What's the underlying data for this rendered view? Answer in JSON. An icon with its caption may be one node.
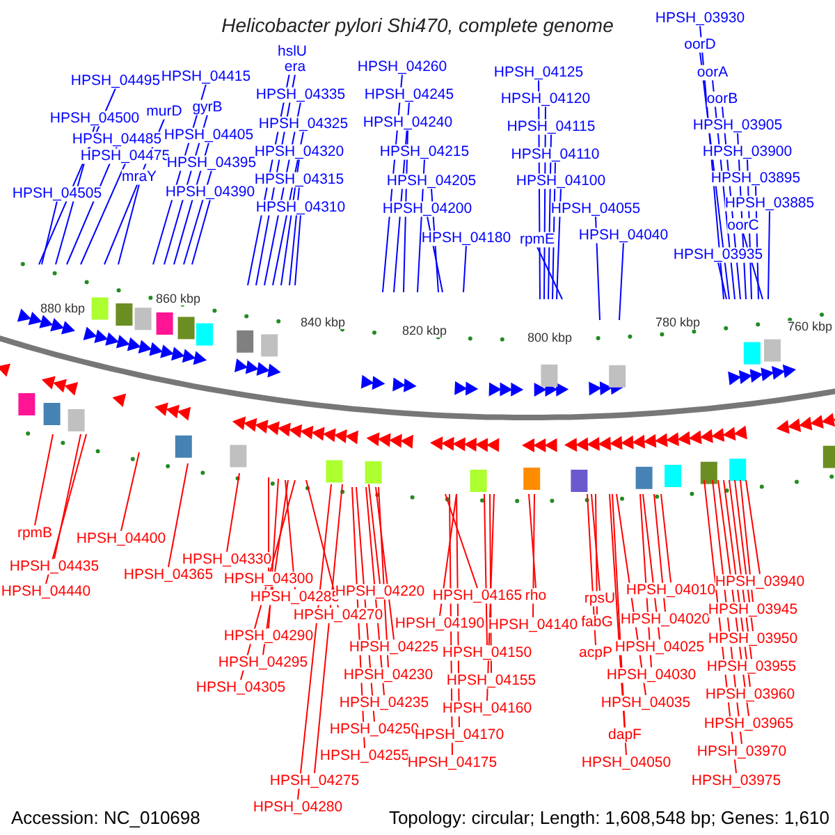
{
  "diagram": {
    "title": "Helicobacter pylori Shi470, complete genome",
    "nodes": [
      {
        "text": [
          "HPSH_04495"
        ]
      },
      {
        "text": [
          "HPSH_04500"
        ]
      },
      {
        "text": [
          "HPSH_04485"
        ]
      },
      {
        "text": [
          "HPSH_04475"
        ]
      },
      {
        "text": [
          "HPSH_04505"
        ]
      },
      {
        "text": [
          "murD"
        ]
      },
      {
        "text": [
          "mraY"
        ]
      },
      {
        "text": [
          "HPSH_04415"
        ]
      },
      {
        "text": [
          "gyrB"
        ]
      },
      {
        "text": [
          "HPSH_04405"
        ]
      },
      {
        "text": [
          "HPSH_04395"
        ]
      },
      {
        "text": [
          "HPSH_04390"
        ]
      },
      {
        "text": [
          "hslU"
        ]
      },
      {
        "text": [
          "era"
        ]
      },
      {
        "text": [
          "HPSH_04335"
        ]
      },
      {
        "text": [
          "HPSH_04325"
        ]
      },
      {
        "text": [
          "HPSH_04320"
        ]
      },
      {
        "text": [
          "HPSH_04315"
        ]
      },
      {
        "text": [
          "HPSH_04310"
        ]
      },
      {
        "text": [
          "HPSH_04260"
        ]
      },
      {
        "text": [
          "HPSH_04245"
        ]
      },
      {
        "text": [
          "HPSH_04240"
        ]
      },
      {
        "text": [
          "HPSH_04215"
        ]
      },
      {
        "text": [
          "HPSH_04205"
        ]
      },
      {
        "text": [
          "HPSH_04200"
        ]
      },
      {
        "text": [
          "HPSH_04180"
        ]
      },
      {
        "text": [
          "HPSH_04125"
        ]
      },
      {
        "text": [
          "HPSH_04120"
        ]
      },
      {
        "text": [
          "HPSH_04115"
        ]
      },
      {
        "text": [
          "HPSH_04110"
        ]
      },
      {
        "text": [
          "HPSH_04100"
        ]
      },
      {
        "text": [
          "rpmE"
        ]
      },
      {
        "text": [
          "HPSH_04055"
        ]
      },
      {
        "text": [
          "HPSH_04040"
        ]
      },
      {
        "text": [
          "HPSH_03930"
        ]
      },
      {
        "text": [
          "oorD"
        ]
      },
      {
        "text": [
          "oorA"
        ]
      },
      {
        "text": [
          "oorB"
        ]
      },
      {
        "text": [
          "HPSH_03905"
        ]
      },
      {
        "text": [
          "HPSH_03900"
        ]
      },
      {
        "text": [
          "HPSH_03895"
        ]
      },
      {
        "text": [
          "HPSH_03885"
        ]
      },
      {
        "text": [
          "oorC"
        ]
      },
      {
        "text": [
          "HPSH_03935"
        ]
      },
      {
        "text": [
          "rpmB"
        ]
      },
      {
        "text": [
          "HPSH_04435"
        ]
      },
      {
        "text": [
          "HPSH_04440"
        ]
      },
      {
        "text": [
          "HPSH_04400"
        ]
      },
      {
        "text": [
          "HPSH_04365"
        ]
      },
      {
        "text": [
          "HPSH_04330"
        ]
      },
      {
        "text": [
          "HPSH_04300"
        ]
      },
      {
        "text": [
          "HPSH_04285"
        ]
      },
      {
        "text": [
          "HPSH_04270"
        ]
      },
      {
        "text": [
          "HPSH_04220"
        ]
      },
      {
        "text": [
          "HPSH_04290"
        ]
      },
      {
        "text": [
          "HPSH_04295"
        ]
      },
      {
        "text": [
          "HPSH_04305"
        ]
      },
      {
        "text": [
          "HPSH_04225"
        ]
      },
      {
        "text": [
          "HPSH_04230"
        ]
      },
      {
        "text": [
          "HPSH_04235"
        ]
      },
      {
        "text": [
          "HPSH_04250"
        ]
      },
      {
        "text": [
          "HPSH_04255"
        ]
      },
      {
        "text": [
          "HPSH_04275"
        ]
      },
      {
        "text": [
          "HPSH_04280"
        ]
      },
      {
        "text": [
          "HPSH_04165"
        ]
      },
      {
        "text": [
          "rho"
        ]
      },
      {
        "text": [
          "HPSH_04190"
        ]
      },
      {
        "text": [
          "HPSH_04140"
        ]
      },
      {
        "text": [
          "HPSH_04150"
        ]
      },
      {
        "text": [
          "HPSH_04155"
        ]
      },
      {
        "text": [
          "HPSH_04160"
        ]
      },
      {
        "text": [
          "HPSH_04170"
        ]
      },
      {
        "text": [
          "HPSH_04175"
        ]
      },
      {
        "text": [
          "rpsU"
        ]
      },
      {
        "text": [
          "fabG"
        ]
      },
      {
        "text": [
          "acpP"
        ]
      },
      {
        "text": [
          "HPSH_04010"
        ]
      },
      {
        "text": [
          "HPSH_04020"
        ]
      },
      {
        "text": [
          "HPSH_04025"
        ]
      },
      {
        "text": [
          "HPSH_04030"
        ]
      },
      {
        "text": [
          "HPSH_04035"
        ]
      },
      {
        "text": [
          "dapF"
        ]
      },
      {
        "text": [
          "HPSH_04050"
        ]
      },
      {
        "text": [
          "HPSH_03940"
        ]
      },
      {
        "text": [
          "HPSH_03945"
        ]
      },
      {
        "text": [
          "HPSH_03950"
        ]
      },
      {
        "text": [
          "HPSH_03955"
        ]
      },
      {
        "text": [
          "HPSH_03960"
        ]
      },
      {
        "text": [
          "HPSH_03965"
        ]
      },
      {
        "text": [
          "HPSH_03970"
        ]
      },
      {
        "text": [
          "HPSH_03975"
        ]
      }
    ],
    "edges": [
      {
        "from": 0,
        "to": null,
        "arrow": "none",
        "color": "#0000ff"
      },
      {
        "from": 1,
        "to": null,
        "arrow": "none",
        "color": "#0000ff"
      },
      {
        "from": 2,
        "to": null,
        "arrow": "none",
        "color": "#0000ff"
      },
      {
        "from": 3,
        "to": null,
        "arrow": "none",
        "color": "#0000ff"
      },
      {
        "from": 4,
        "to": null,
        "arrow": "none",
        "color": "#0000ff"
      },
      {
        "from": 5,
        "to": null,
        "arrow": "none",
        "color": "#0000ff"
      },
      {
        "from": 6,
        "to": null,
        "arrow": "none",
        "color": "#0000ff"
      },
      {
        "from": 7,
        "to": null,
        "arrow": "none",
        "color": "#0000ff"
      },
      {
        "from": 8,
        "to": null,
        "arrow": "none",
        "color": "#0000ff"
      },
      {
        "from": 9,
        "to": null,
        "arrow": "none",
        "color": "#0000ff"
      },
      {
        "from": 10,
        "to": null,
        "arrow": "none",
        "color": "#0000ff"
      },
      {
        "from": 11,
        "to": null,
        "arrow": "none",
        "color": "#0000ff"
      },
      {
        "from": 12,
        "to": null,
        "arrow": "none",
        "color": "#0000ff"
      },
      {
        "from": 13,
        "to": null,
        "arrow": "none",
        "color": "#0000ff"
      },
      {
        "from": 14,
        "to": null,
        "arrow": "none",
        "color": "#0000ff"
      },
      {
        "from": 15,
        "to": null,
        "arrow": "none",
        "color": "#0000ff"
      },
      {
        "from": 16,
        "to": null,
        "arrow": "none",
        "color": "#0000ff"
      },
      {
        "from": 17,
        "to": null,
        "arrow": "none",
        "color": "#0000ff"
      },
      {
        "from": 18,
        "to": null,
        "arrow": "none",
        "color": "#0000ff"
      },
      {
        "from": 19,
        "to": null,
        "arrow": "none",
        "color": "#0000ff"
      },
      {
        "from": 20,
        "to": null,
        "arrow": "none",
        "color": "#0000ff"
      },
      {
        "from": 21,
        "to": null,
        "arrow": "none",
        "color": "#0000ff"
      },
      {
        "from": 22,
        "to": null,
        "arrow": "none",
        "color": "#0000ff"
      },
      {
        "from": 23,
        "to": null,
        "arrow": "none",
        "color": "#0000ff"
      },
      {
        "from": 24,
        "to": null,
        "arrow": "none",
        "color": "#0000ff"
      },
      {
        "from": 25,
        "to": null,
        "arrow": "none",
        "color": "#0000ff"
      },
      {
        "from": 26,
        "to": null,
        "arrow": "none",
        "color": "#0000ff"
      },
      {
        "from": 27,
        "to": null,
        "arrow": "none",
        "color": "#0000ff"
      },
      {
        "from": 28,
        "to": null,
        "arrow": "none",
        "color": "#0000ff"
      },
      {
        "from": 29,
        "to": null,
        "arrow": "none",
        "color": "#0000ff"
      },
      {
        "from": 30,
        "to": null,
        "arrow": "none",
        "color": "#0000ff"
      },
      {
        "from": 31,
        "to": null,
        "arrow": "none",
        "color": "#0000ff"
      },
      {
        "from": 32,
        "to": null,
        "arrow": "none",
        "color": "#0000ff"
      },
      {
        "from": 33,
        "to": null,
        "arrow": "none",
        "color": "#0000ff"
      },
      {
        "from": 34,
        "to": null,
        "arrow": "none",
        "color": "#0000ff"
      },
      {
        "from": 35,
        "to": null,
        "arrow": "none",
        "color": "#0000ff"
      },
      {
        "from": 36,
        "to": null,
        "arrow": "none",
        "color": "#0000ff"
      },
      {
        "from": 37,
        "to": null,
        "arrow": "none",
        "color": "#0000ff"
      },
      {
        "from": 38,
        "to": null,
        "arrow": "none",
        "color": "#0000ff"
      },
      {
        "from": 39,
        "to": null,
        "arrow": "none",
        "color": "#0000ff"
      },
      {
        "from": 40,
        "to": null,
        "arrow": "none",
        "color": "#0000ff"
      },
      {
        "from": 41,
        "to": null,
        "arrow": "none",
        "color": "#0000ff"
      },
      {
        "from": 42,
        "to": null,
        "arrow": "none",
        "color": "#0000ff"
      },
      {
        "from": 43,
        "to": null,
        "arrow": "none",
        "color": "#0000ff"
      },
      {
        "from": 44,
        "to": null,
        "arrow": "none"
      },
      {
        "from": 45,
        "to": null,
        "arrow": "none"
      },
      {
        "from": 46,
        "to": null,
        "arrow": "none"
      },
      {
        "from": 47,
        "to": null,
        "arrow": "none"
      },
      {
        "from": 48,
        "to": null,
        "arrow": "none"
      },
      {
        "from": 49,
        "to": null,
        "arrow": "none"
      },
      {
        "from": 50,
        "to": null,
        "arrow": "none"
      },
      {
        "from": 51,
        "to": null,
        "arrow": "none"
      },
      {
        "from": 52,
        "to": null,
        "arrow": "none"
      },
      {
        "from": 53,
        "to": null,
        "arrow": "none"
      },
      {
        "from": 54,
        "to": null,
        "arrow": "none"
      },
      {
        "from": 55,
        "to": null,
        "arrow": "none"
      },
      {
        "from": 56,
        "to": null,
        "arrow": "none"
      },
      {
        "from": 57,
        "to": null,
        "arrow": "none"
      },
      {
        "from": 58,
        "to": null,
        "arrow": "none"
      },
      {
        "from": 59,
        "to": null,
        "arrow": "none"
      },
      {
        "from": 60,
        "to": null,
        "arrow": "none"
      },
      {
        "from": 61,
        "to": null,
        "arrow": "none"
      },
      {
        "from": 62,
        "to": null,
        "arrow": "none"
      },
      {
        "from": 63,
        "to": null,
        "arrow": "none"
      },
      {
        "from": 64,
        "to": null,
        "arrow": "none"
      },
      {
        "from": 65,
        "to": null,
        "arrow": "none"
      },
      {
        "from": 66,
        "to": null,
        "arrow": "none"
      },
      {
        "from": 67,
        "to": null,
        "arrow": "none"
      },
      {
        "from": 68,
        "to": null,
        "arrow": "none"
      },
      {
        "from": 69,
        "to": null,
        "arrow": "none"
      },
      {
        "from": 70,
        "to": null,
        "arrow": "none"
      },
      {
        "from": 71,
        "to": null,
        "arrow": "none"
      },
      {
        "from": 72,
        "to": null,
        "arrow": "none"
      },
      {
        "from": 73,
        "to": null,
        "arrow": "none"
      },
      {
        "from": 74,
        "to": null,
        "arrow": "none"
      },
      {
        "from": 75,
        "to": null,
        "arrow": "none"
      },
      {
        "from": 76,
        "to": null,
        "arrow": "none"
      },
      {
        "from": 77,
        "to": null,
        "arrow": "none"
      },
      {
        "from": 78,
        "to": null,
        "arrow": "none"
      },
      {
        "from": 79,
        "to": null,
        "arrow": "none"
      },
      {
        "from": 80,
        "to": null,
        "arrow": "none"
      },
      {
        "from": 81,
        "to": null,
        "arrow": "none"
      },
      {
        "from": 82,
        "to": null,
        "arrow": "none"
      },
      {
        "from": 83,
        "to": null,
        "arrow": "none"
      },
      {
        "from": 84,
        "to": null,
        "arrow": "none"
      },
      {
        "from": 85,
        "to": null,
        "arrow": "none"
      },
      {
        "from": 86,
        "to": null,
        "arrow": "none"
      },
      {
        "from": 87,
        "to": null,
        "arrow": "none"
      },
      {
        "from": 88,
        "to": null,
        "arrow": "none"
      },
      {
        "from": 89,
        "to": null,
        "arrow": "none"
      },
      {
        "from": 90,
        "to": null,
        "arrow": "none"
      }
    ],
    "labels": [
      "880 kbp",
      "860 kbp",
      "840 kbp",
      "820 kbp",
      "800 kbp",
      "780 kbp",
      "760 kbp",
      "Accession: NC_010698",
      "Topology: circular; Length: 1,608,548 bp; Genes: 1,610"
    ]
  }
}
